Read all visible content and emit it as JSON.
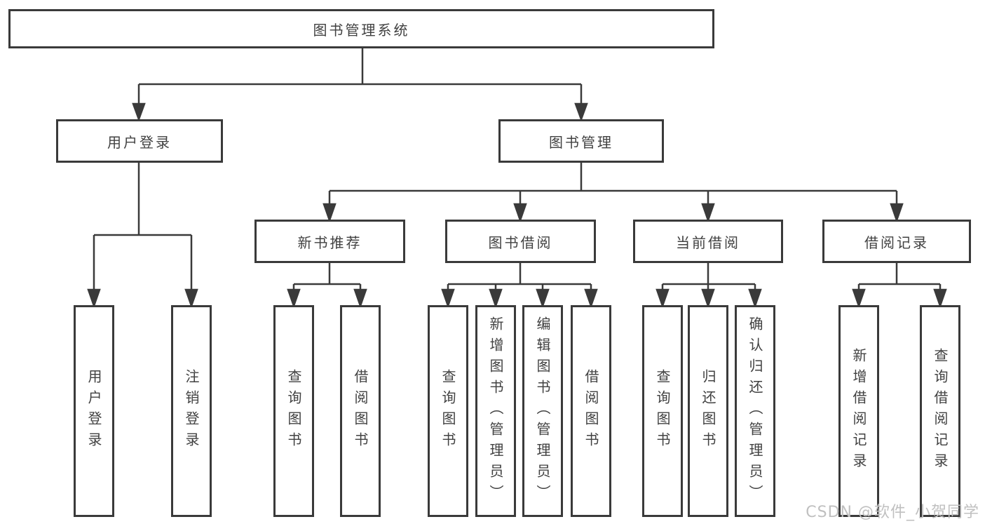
{
  "diagram": {
    "root": {
      "label": "图书管理系统"
    },
    "branches": [
      {
        "label": "用户登录",
        "children": [
          {
            "label": "用户登录"
          },
          {
            "label": "注销登录"
          }
        ]
      },
      {
        "label": "图书管理",
        "children": [
          {
            "label": "新书推荐",
            "children": [
              {
                "label": "查询图书"
              },
              {
                "label": "借阅图书"
              }
            ]
          },
          {
            "label": "图书借阅",
            "children": [
              {
                "label": "查询图书"
              },
              {
                "label": "新增图书（管理员）"
              },
              {
                "label": "编辑图书（管理员）"
              },
              {
                "label": "借阅图书"
              }
            ]
          },
          {
            "label": "当前借阅",
            "children": [
              {
                "label": "查询图书"
              },
              {
                "label": "归还图书"
              },
              {
                "label": "确认归还（管理员）"
              }
            ]
          },
          {
            "label": "借阅记录",
            "children": [
              {
                "label": "新增借阅记录"
              },
              {
                "label": "查询借阅记录"
              }
            ]
          }
        ]
      }
    ]
  },
  "colors": {
    "line": "#3a3a3a",
    "text": "#414141",
    "watermark": "#c0c0c0"
  },
  "watermark": {
    "text": "CSDN @软件_小贺同学"
  }
}
